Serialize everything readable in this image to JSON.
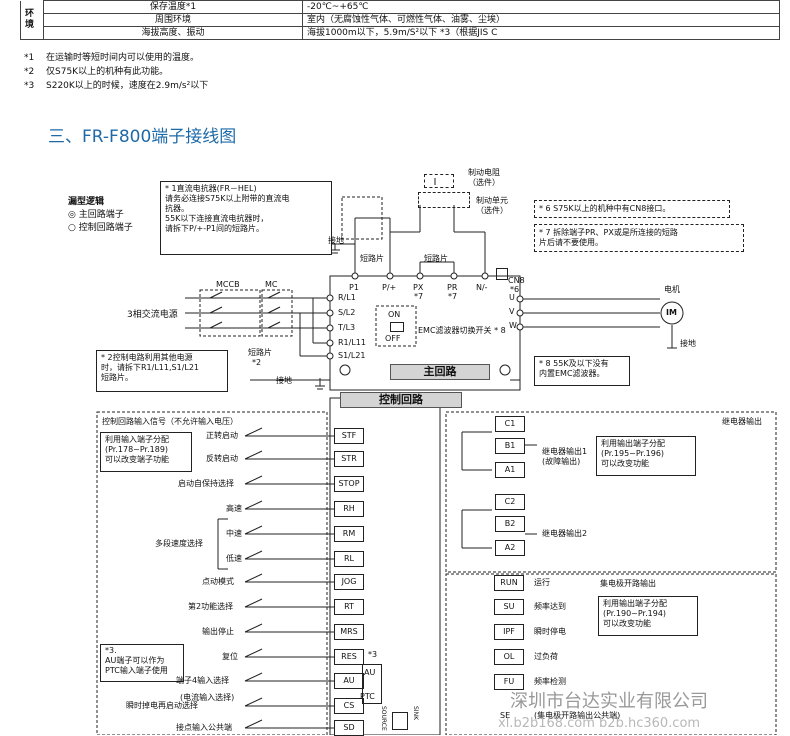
{
  "spec": {
    "side_label": "环境",
    "rows": [
      {
        "name": "保存温度*1",
        "value": "-20℃~+65℃"
      },
      {
        "name": "周围环境",
        "value": "室内（无腐蚀性气体、可燃性气体、油雾、尘埃）"
      },
      {
        "name": "海拔高度、振动",
        "value": "海拔1000m以下，5.9m/S²以下 *3（根据JIS C"
      }
    ]
  },
  "footnotes": [
    {
      "mark": "*1",
      "text": "在运输时等短时间内可以使用的温度。"
    },
    {
      "mark": "*2",
      "text": "仅S75K以上的机种有此功能。"
    },
    {
      "mark": "*3",
      "text": "S220K以上的时候，速度在2.9m/s²以下"
    }
  ],
  "section_title": "三、FR-F800端子接线图",
  "legend": {
    "title": "漏型逻辑",
    "main": "◎  主回路端子",
    "ctrl": "○  控制回路端子"
  },
  "note_dc_reactor": [
    "* 1直流电抗器(FR－HEL)",
    "请务必连接S75K以上附带的直流电",
    "抗器。",
    "55K以下连接直流电抗器时，",
    "请拆下P/+-P1间的短路片。"
  ],
  "note_cn8": "* 6 S75K以上的机种中有CN8接口。",
  "note_pr_px": [
    "* 7 拆除端子PR、PX或是所连接的短路",
    "片后请不要使用。"
  ],
  "note_ctrl_power": [
    "* 2控制电路利用其他电源",
    "时，请拆下R1/L11,S1/L21",
    "短路片。"
  ],
  "note_emc": [
    "* 8  55K及以下没有",
    "内置EMC滤波器。"
  ],
  "brake_resistor": [
    "制动电阻",
    "（选件）"
  ],
  "brake_unit": [
    "制动单元",
    "（选件）"
  ],
  "short_bar_1": "短路片",
  "short_bar_2": "短路片",
  "short_bar_3": "短路片",
  "star2": "*2",
  "mccb": "MCCB",
  "mc": "MC",
  "three_phase": "3相交流电源",
  "ground_left": "接地",
  "ground_top": "接地",
  "ground_motor": "接地",
  "motor_label": "电机",
  "motor_im": "IM",
  "top_terminals": [
    {
      "name": "P1",
      "sub": ""
    },
    {
      "name": "P/+",
      "sub": ""
    },
    {
      "name": "PX",
      "sub": "*7"
    },
    {
      "name": "PR",
      "sub": "*7"
    },
    {
      "name": "N/-",
      "sub": ""
    }
  ],
  "cn8": {
    "name": "CN8",
    "sub": "*6"
  },
  "input_terminals": [
    "R/L1",
    "S/L2",
    "T/L3",
    "R1/L11",
    "S1/L21"
  ],
  "output_terminals": [
    "U",
    "V",
    "W"
  ],
  "emc_switch": {
    "on": "ON",
    "off": "OFF",
    "label": "EMC滤波器切换开关 * 8"
  },
  "main_circuit": "主回路",
  "control_circuit": "控制回路",
  "ctrl_input_title": "控制回路输入信号（不允许输入电压）",
  "assign_input": [
    "利用输入端子分配",
    "(Pr.178~Pr.189)",
    "可以改变端子功能"
  ],
  "au_note": [
    "*3.",
    "AU端子可以作为",
    "PTC输入端子使用"
  ],
  "input_signals": [
    {
      "terminal": "STF",
      "label": "正转启动"
    },
    {
      "terminal": "STR",
      "label": "反转启动"
    },
    {
      "terminal": "STOP",
      "label": "启动自保持选择"
    },
    {
      "terminal": "RH",
      "label": "高速"
    },
    {
      "terminal": "RM",
      "label": "中速"
    },
    {
      "terminal": "RL",
      "label": "低速"
    },
    {
      "terminal": "JOG",
      "label": "点动模式"
    },
    {
      "terminal": "RT",
      "label": "第2功能选择"
    },
    {
      "terminal": "MRS",
      "label": "输出停止"
    },
    {
      "terminal": "RES",
      "label": "复位"
    },
    {
      "terminal": "AU",
      "label": "端子4输入选择"
    },
    {
      "terminal": "CS",
      "label": "瞬时掉电再启动选择"
    },
    {
      "terminal": "SD",
      "label": "接点输入公共端"
    }
  ],
  "au_sub": "(电流输入选择)",
  "multi_speed": "多段速度选择",
  "au_switch": {
    "au": "AU",
    "ptc": "PTC",
    "star": "*3"
  },
  "source_sink": {
    "source": "SOURCE",
    "sink": "SINK"
  },
  "relay_section": "继电器输出",
  "relay_terminals": [
    "C1",
    "B1",
    "A1",
    "C2",
    "B2",
    "A2"
  ],
  "relay_out1": [
    "继电器输出1",
    "(故障输出)"
  ],
  "relay_out2": "继电器输出2",
  "assign_output": [
    "利用输出端子分配",
    "(Pr.195~Pr.196)",
    "可以改变功能"
  ],
  "oc_section": "集电极开路输出",
  "oc_signals": [
    {
      "terminal": "RUN",
      "label": "运行"
    },
    {
      "terminal": "SU",
      "label": "频率达到"
    },
    {
      "terminal": "IPF",
      "label": "瞬时停电"
    },
    {
      "terminal": "OL",
      "label": "过负荷"
    },
    {
      "terminal": "FU",
      "label": "频率检测"
    }
  ],
  "se": {
    "terminal": "SE",
    "label": "(集电极开路输出公共端)"
  },
  "assign_output2": [
    "利用输出端子分配",
    "(Pr.190~Pr.194)",
    "可以改变功能"
  ],
  "watermark": [
    "深圳市台达实业有限公司",
    "xl.b2b168.com  b2b.hc360.com"
  ]
}
